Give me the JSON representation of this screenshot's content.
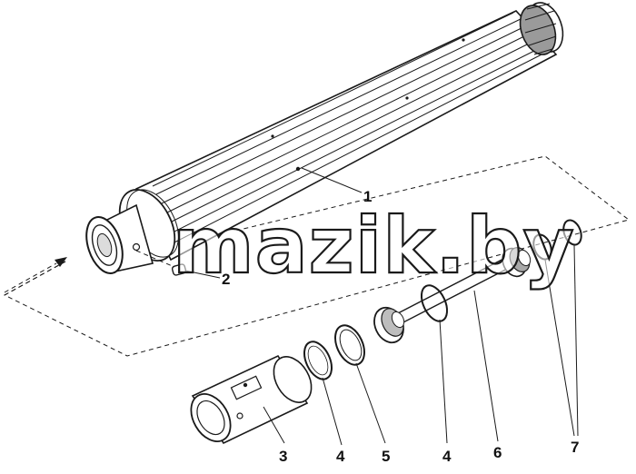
{
  "watermark": "mazik.by",
  "callouts": [
    {
      "id": "1",
      "text": "1"
    },
    {
      "id": "2",
      "text": "2"
    },
    {
      "id": "3",
      "text": "3"
    },
    {
      "id": "4a",
      "text": "4"
    },
    {
      "id": "5",
      "text": "5"
    },
    {
      "id": "4b",
      "text": "4"
    },
    {
      "id": "6",
      "text": "6"
    },
    {
      "id": "7",
      "text": "7"
    }
  ]
}
